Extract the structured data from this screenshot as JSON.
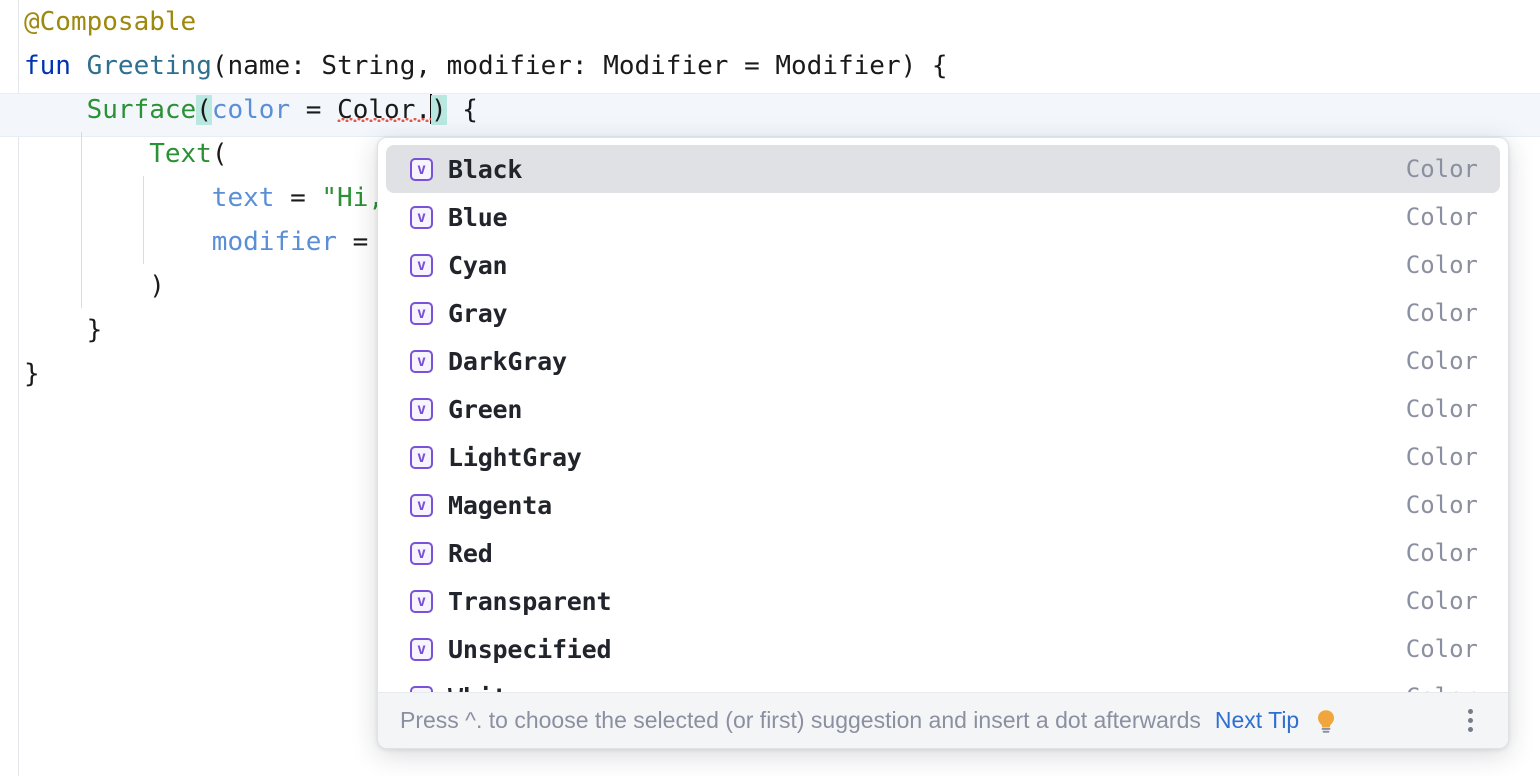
{
  "editor": {
    "language": "Kotlin",
    "lines": [
      {
        "indent": 0,
        "tokens": [
          {
            "type": "annotation",
            "text": "@Composable"
          }
        ]
      },
      {
        "indent": 0,
        "tokens": [
          {
            "type": "keyword",
            "text": "fun "
          },
          {
            "type": "function",
            "text": "Greeting"
          },
          {
            "type": "plain",
            "text": "(name: String, modifier: Modifier = Modifier) {"
          }
        ]
      },
      {
        "indent": 1,
        "tokens": [
          {
            "type": "composable",
            "text": "Surface"
          },
          {
            "type": "bracket-highlight",
            "text": "("
          },
          {
            "type": "param",
            "text": "color"
          },
          {
            "type": "plain",
            "text": " = "
          },
          {
            "type": "error",
            "text": "Color."
          },
          {
            "type": "caret",
            "text": ""
          },
          {
            "type": "bracket-highlight",
            "text": ")"
          },
          {
            "type": "plain",
            "text": " {"
          }
        ]
      },
      {
        "indent": 2,
        "tokens": [
          {
            "type": "composable",
            "text": "Text"
          },
          {
            "type": "plain",
            "text": "("
          }
        ]
      },
      {
        "indent": 3,
        "tokens": [
          {
            "type": "param",
            "text": "text"
          },
          {
            "type": "plain",
            "text": " = "
          },
          {
            "type": "string",
            "text": "\"Hi,"
          }
        ]
      },
      {
        "indent": 3,
        "tokens": [
          {
            "type": "param",
            "text": "modifier"
          },
          {
            "type": "plain",
            "text": " = "
          }
        ]
      },
      {
        "indent": 2,
        "tokens": [
          {
            "type": "plain",
            "text": ")"
          }
        ]
      },
      {
        "indent": 1,
        "tokens": [
          {
            "type": "plain",
            "text": "}"
          }
        ]
      },
      {
        "indent": 0,
        "tokens": [
          {
            "type": "plain",
            "text": "}"
          }
        ]
      }
    ],
    "colors": {
      "annotation": "#9e880d",
      "keyword": "#0033b3",
      "function": "#2f6f8f",
      "composable": "#2a9134",
      "param": "#5a8fd6",
      "string": "#2a9134",
      "plain": "#1a1a1a",
      "bracket_highlight_bg": "#b8e8e0",
      "error_squiggle": "#e05a4e",
      "current_line_bg": "#f3f7fb",
      "background": "#ffffff"
    }
  },
  "completion_popup": {
    "icon_name": "property-variable-icon",
    "icon_glyph": "v",
    "icon_color": "#7a52d9",
    "selected_index": 0,
    "selected_bg": "#dfe1e5",
    "items": [
      {
        "label": "Black",
        "type": "Color"
      },
      {
        "label": "Blue",
        "type": "Color"
      },
      {
        "label": "Cyan",
        "type": "Color"
      },
      {
        "label": "Gray",
        "type": "Color"
      },
      {
        "label": "DarkGray",
        "type": "Color"
      },
      {
        "label": "Green",
        "type": "Color"
      },
      {
        "label": "LightGray",
        "type": "Color"
      },
      {
        "label": "Magenta",
        "type": "Color"
      },
      {
        "label": "Red",
        "type": "Color"
      },
      {
        "label": "Transparent",
        "type": "Color"
      },
      {
        "label": "Unspecified",
        "type": "Color"
      },
      {
        "label": "White",
        "type": "Color"
      }
    ]
  },
  "hint_bar": {
    "text": "Press ^. to choose the selected (or first) suggestion and insert a dot afterwards",
    "next_tip_label": "Next Tip",
    "bulb_icon_name": "lightbulb-icon",
    "bulb_color": "#f0a63c",
    "menu_icon_name": "kebab-menu-icon",
    "link_color": "#2f6fd0",
    "background": "#f4f5f7"
  }
}
